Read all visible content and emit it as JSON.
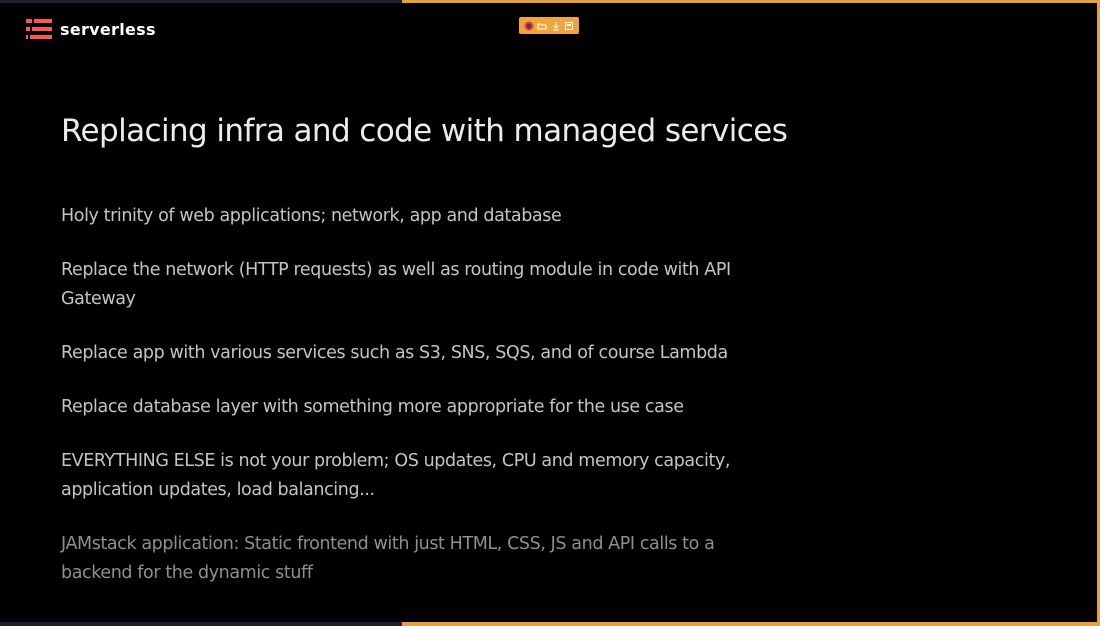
{
  "header": {
    "logo_text": "serverless"
  },
  "toolbar": {
    "icons": [
      "firefox-icon",
      "folder-icon",
      "download-icon",
      "screenshot-icon"
    ]
  },
  "slide": {
    "title": "Replacing infra and code with managed services",
    "bullets": [
      "Holy trinity of web applications; network, app and database",
      "Replace the network (HTTP requests) as well as routing module in code with API Gateway",
      "Replace app with various services such as S3, SNS, SQS, and of course Lambda",
      "Replace database layer with something more appropriate for the use case",
      "EVERYTHING ELSE is not your problem; OS updates, CPU and memory capacity, application updates, load balancing...",
      "JAMstack application: Static frontend with just HTML, CSS, JS and API calls to a backend for the dynamic stuff"
    ]
  },
  "colors": {
    "background": "#000000",
    "accent": "#e8a13a",
    "brand": "#fd5750",
    "text": "#c4c4c4"
  }
}
